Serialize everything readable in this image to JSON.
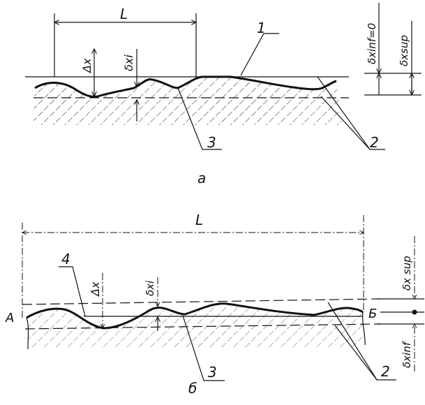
{
  "diagram_a": {
    "caption": "а",
    "length_label": "L",
    "deviation_label": "Δx",
    "local_deviation_label": "δxi",
    "tolerance_inf_label": "δxinf=0",
    "tolerance_sup_label": "δxsup",
    "callouts": [
      "1",
      "2",
      "3"
    ]
  },
  "diagram_b": {
    "caption": "б",
    "length_label": "L",
    "point_start": "A",
    "point_end": "Б",
    "deviation_label": "Δx",
    "local_deviation_label": "δxi",
    "tolerance_sup_label": "δx sup",
    "tolerance_inf_label": "δxinf",
    "callouts": [
      "4",
      "3",
      "2"
    ]
  }
}
